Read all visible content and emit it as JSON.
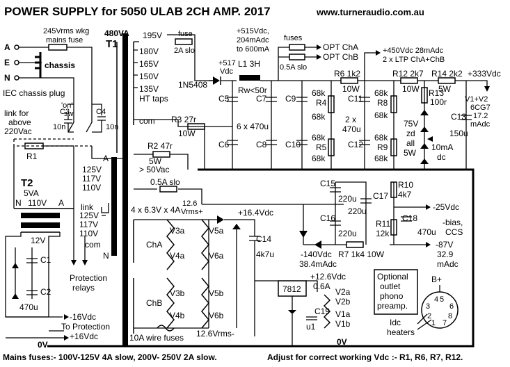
{
  "header": {
    "title": "POWER SUPPLY for 5050 ULAB 2CH AMP. 2017",
    "website": "www.turneraudio.com.au"
  },
  "mains": {
    "fuse_label": "245Vrms wkg\nmains fuse",
    "terminals": [
      "A",
      "E",
      "N"
    ],
    "chassis": "chassis",
    "iec": "IEC chassis plug",
    "link_note": "link for\nabove\n220Vac",
    "c3": "C3",
    "c4": "C4",
    "c4_val": "10n",
    "c3_val": "10n",
    "on_sw": "'on'\nsw",
    "r1": "R1"
  },
  "t1": {
    "rating": "480VA",
    "name": "T1",
    "taps": [
      "195V",
      "180V",
      "165V",
      "150V",
      "135V"
    ],
    "ht_taps": "HT taps",
    "com": "com"
  },
  "t2": {
    "name": "T2",
    "rating": "5VA",
    "n": "N",
    "a": "A",
    "v": "110V",
    "sec": "12V",
    "link": "link",
    "prim_taps": [
      "125V",
      "117V",
      "110V"
    ],
    "prim_taps2": [
      "125V",
      "117V",
      "110V"
    ],
    "com": "com",
    "n2": "N",
    "a2": "A",
    "c1": "C1",
    "c2": "C2",
    "cap_val": "470u"
  },
  "ht": {
    "fuse": "fuse",
    "fuse_val": "2A slo",
    "diode": "1N5408",
    "v517": "+517\nVdc",
    "l1": "L1 3H",
    "rw": "Rw<50r",
    "v515": "+515Vdc,\n204mAdc\nto 600mA",
    "fuses": "fuses",
    "fuse2": "0.5A slo",
    "opt_a": "OPT ChA",
    "opt_b": "OPT ChB",
    "v450": "+450Vdc 28mAdc\n2 x LTP ChA+ChB",
    "caps": [
      "C5",
      "C6",
      "C7",
      "C8",
      "C9",
      "C10",
      "C11",
      "C12",
      "C13"
    ],
    "cap_bank": "6 x 470u",
    "cap_bank2": "2 x\n470u",
    "r4": "R4",
    "r5": "R5",
    "r8": "R8",
    "r9": "R9",
    "r68k": "68k",
    "r6": "R6 1k2",
    "r6w": "10W",
    "r12": "R12 2k7",
    "r12w": "10W",
    "r14": "R14 2k2",
    "r14w": "5W",
    "r13": "R13\n100r",
    "zd": "75V\nzd\nall\n5W",
    "ma10": "10mA\ndc",
    "v333": "+333Vdc",
    "c13_val": "150u",
    "v1v2": "V1+V2\n6CG7\n17.2\nmAdc",
    "r3": "R3 27r",
    "r3w": "10W",
    "r2": "R2 47r",
    "r2w": "5W",
    "v50": "> 50Vac"
  },
  "bias": {
    "fuse": "0.5A slo",
    "c15": "C15",
    "c15v": "220u",
    "c16": "C16",
    "c16v": "220u",
    "c17": "C17",
    "c17v": "220u",
    "c18": "C18",
    "c18v": "470u",
    "r10": "R10",
    "r10v": "4k7",
    "r11": "R11",
    "r11v": "12k",
    "r7": "R7 1k4  10W",
    "vm25": "-25Vdc",
    "bias_ccs": "-bias,\nCCS",
    "vm140": "-140Vdc\n38.4mAdc",
    "vm87": "-87V\n32.9\nmAdc"
  },
  "heater": {
    "windings": "4 x 6.3V x 4A",
    "v126": "12.6\nVrms+",
    "v164": "+16.4Vdc",
    "c14": "C14",
    "c14v": "4k7u",
    "cha": "ChA",
    "chb": "ChB",
    "v3a": "V3a",
    "v4a": "V4a",
    "v5a": "V5a",
    "v6a": "V6a",
    "v3b": "V3b",
    "v4b": "V4b",
    "v5b": "V5b",
    "v6b": "V6b",
    "reg": "7812",
    "v126dc": "+12.6Vdc",
    "a06": "0.6A",
    "v2a": "V2a",
    "v2b": "V2b",
    "v1a": "V1a",
    "v1b": "V1b",
    "c19": "C19",
    "c19v": "u1",
    "wire_fuses": "10A wire fuses",
    "v126m": "12.6Vrms-"
  },
  "misc": {
    "prot_relays": "Protection\nrelays",
    "vm16": "-16Vdc",
    "to_prot": "To Protection",
    "vp16": "+16Vdc",
    "zero_v": "0V",
    "zero_v2": "0V",
    "optional": "Optional\noutlet\nphono\npreamp.",
    "bplus": "B+",
    "pins": [
      "1",
      "2",
      "3",
      "4",
      "5",
      "6",
      "7",
      "8"
    ],
    "idc": "Idc\nheaters"
  },
  "footer": {
    "mains_fuses": "Mains fuses:- 100V-125V 4A slow, 200V- 250V 2A slow.",
    "adjust": "Adjust for correct working Vdc :-  R1, R6, R7, R12."
  }
}
